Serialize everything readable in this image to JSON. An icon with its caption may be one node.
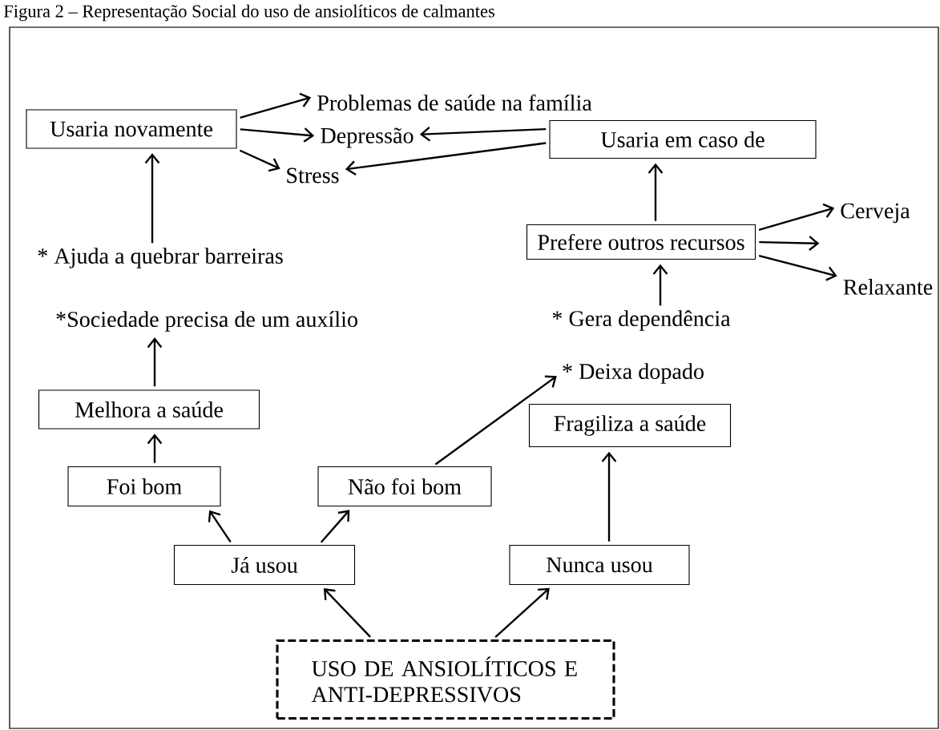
{
  "diagram": {
    "title": "Figura 2 – Representação Social do uso de ansiolíticos de calmantes",
    "nodes": [
      {
        "text": [
          "Usaria novamente"
        ]
      },
      {
        "text": [
          "Problemas de saúde na família"
        ]
      },
      {
        "text": [
          "Depressão"
        ]
      },
      {
        "text": [
          "Stress"
        ]
      },
      {
        "text": [
          "Usaria em caso de"
        ]
      },
      {
        "text": [
          "* Ajuda a quebrar barreiras"
        ]
      },
      {
        "text": [
          "Prefere outros recursos"
        ]
      },
      {
        "text": [
          "Cerveja"
        ]
      },
      {
        "text": [
          "Relaxante"
        ]
      },
      {
        "text": [
          "*Sociedade precisa de um auxílio"
        ]
      },
      {
        "text": [
          "* Gera dependência"
        ]
      },
      {
        "text": [
          "* Deixa dopado"
        ]
      },
      {
        "text": [
          "Melhora a saúde"
        ]
      },
      {
        "text": [
          "Fragiliza a saúde"
        ]
      },
      {
        "text": [
          "Foi bom"
        ]
      },
      {
        "text": [
          "Não foi bom"
        ]
      },
      {
        "text": [
          "Já usou"
        ]
      },
      {
        "text": [
          "Nunca usou"
        ]
      },
      {
        "text": [
          "USO DE ANSIOLÍTICOS E ANTI-DEPRESSIVOS"
        ]
      }
    ],
    "edges": [
      {
        "from": 0,
        "to": 1,
        "arrow": "to"
      },
      {
        "from": 0,
        "to": 2,
        "arrow": "to"
      },
      {
        "from": 0,
        "to": 3,
        "arrow": "to"
      },
      {
        "from": 4,
        "to": 2,
        "arrow": "to"
      },
      {
        "from": 4,
        "to": 3,
        "arrow": "to"
      },
      {
        "from": 5,
        "to": 0,
        "arrow": "to"
      },
      {
        "from": 6,
        "to": 4,
        "arrow": "to"
      },
      {
        "from": 6,
        "to": 7,
        "arrow": "to"
      },
      {
        "from": 6,
        "to": null,
        "arrow": "to"
      },
      {
        "from": 6,
        "to": 8,
        "arrow": "to"
      },
      {
        "from": 10,
        "to": 6,
        "arrow": "to"
      },
      {
        "from": 12,
        "to": 9,
        "arrow": "to"
      },
      {
        "from": 14,
        "to": 12,
        "arrow": "to"
      },
      {
        "from": 16,
        "to": 14,
        "arrow": "to"
      },
      {
        "from": 16,
        "to": 15,
        "arrow": "to"
      },
      {
        "from": 15,
        "to": 11,
        "arrow": "to"
      },
      {
        "from": 17,
        "to": 13,
        "arrow": "to"
      },
      {
        "from": 18,
        "to": 16,
        "arrow": "to"
      },
      {
        "from": 18,
        "to": 17,
        "arrow": "to"
      }
    ]
  }
}
